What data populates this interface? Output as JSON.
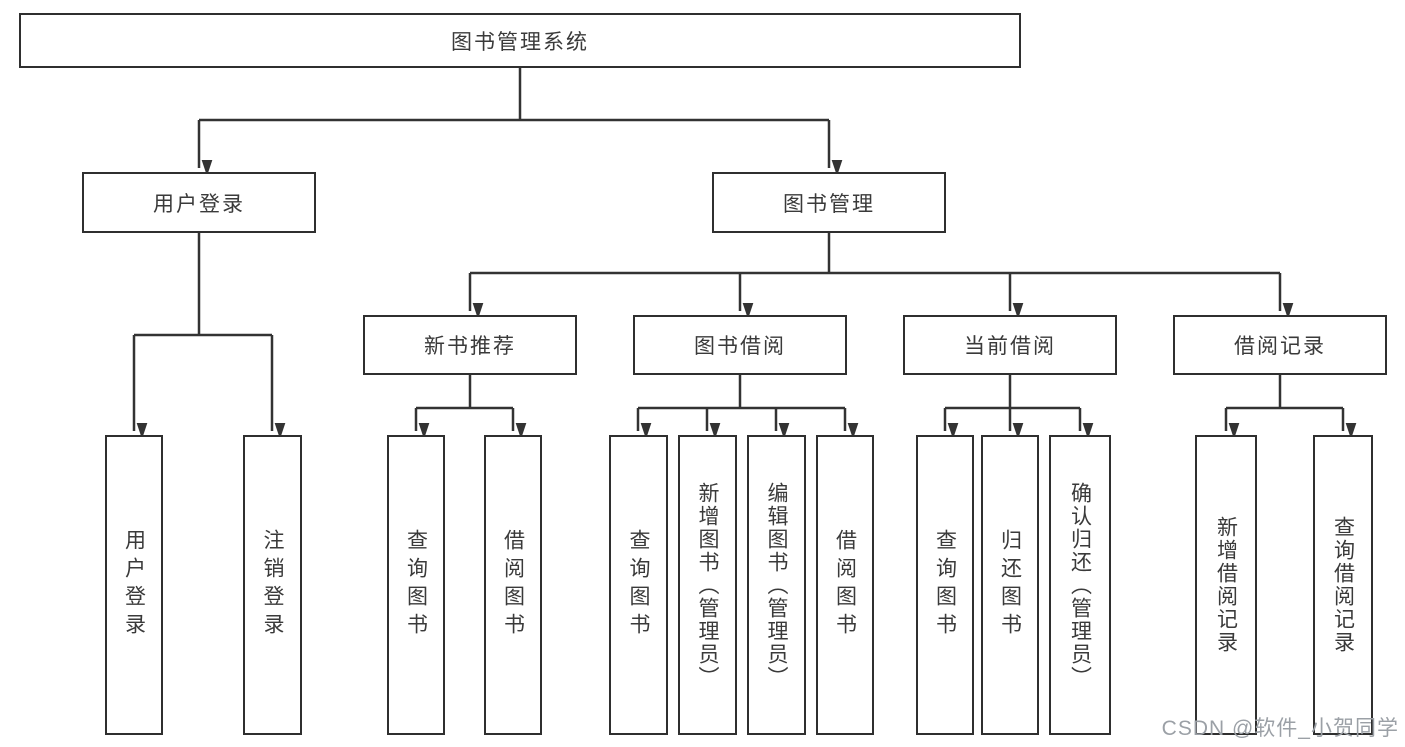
{
  "title": "图书管理系统",
  "tree": {
    "label": "图书管理系统",
    "children": [
      {
        "label": "用户登录",
        "children": [
          {
            "label": "用户登录"
          },
          {
            "label": "注销登录"
          }
        ]
      },
      {
        "label": "图书管理",
        "children": [
          {
            "label": "新书推荐",
            "children": [
              {
                "label": "查询图书"
              },
              {
                "label": "借阅图书"
              }
            ]
          },
          {
            "label": "图书借阅",
            "children": [
              {
                "label": "查询图书"
              },
              {
                "label": "新增图书（管理员）"
              },
              {
                "label": "编辑图书（管理员）"
              },
              {
                "label": "借阅图书"
              }
            ]
          },
          {
            "label": "当前借阅",
            "children": [
              {
                "label": "查询图书"
              },
              {
                "label": "归还图书"
              },
              {
                "label": "确认归还（管理员）"
              }
            ]
          },
          {
            "label": "借阅记录",
            "children": [
              {
                "label": "新增借阅记录"
              },
              {
                "label": "查询借阅记录"
              }
            ]
          }
        ]
      }
    ]
  },
  "watermark": {
    "text": "CSDN @软件_小贺同学"
  },
  "colors": {
    "line": "#333333",
    "box_border": "#2f2f2f",
    "box_fill": "#ffffff",
    "watermark_text": "#9ba0a6",
    "page_background": "#ffffff"
  }
}
